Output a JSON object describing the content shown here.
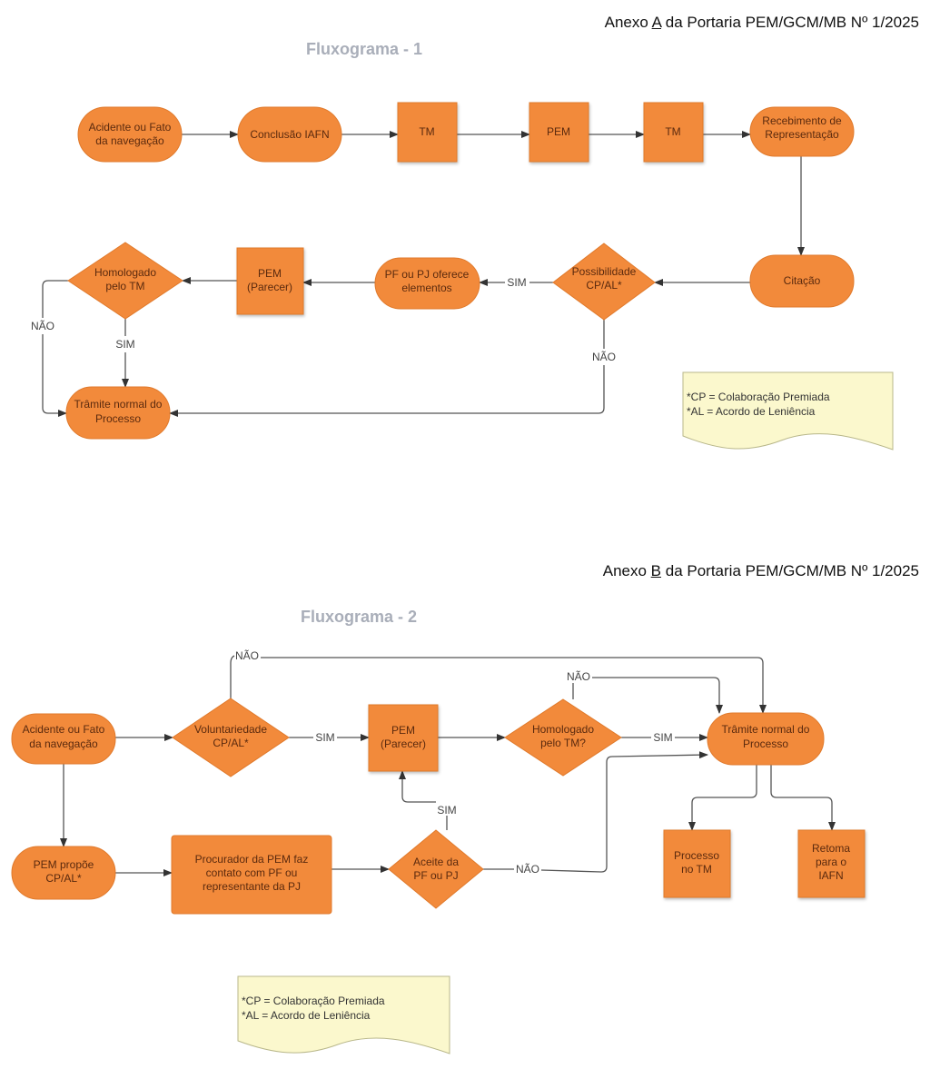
{
  "annex_a": {
    "prefix": "Anexo ",
    "letter": "A",
    "suffix": " da Portaria PEM/GCM/MB Nº 1/2025"
  },
  "annex_b": {
    "prefix": "Anexo ",
    "letter": "B",
    "suffix": " da Portaria PEM/GCM/MB Nº 1/2025"
  },
  "flow1": {
    "title": "Fluxograma - 1",
    "acidente": [
      "Acidente ou Fato",
      "da navegação"
    ],
    "conclusao": "Conclusão IAFN",
    "tm1": "TM",
    "pem": "PEM",
    "tm2": "TM",
    "recebimento": [
      "Recebimento de",
      "Representação"
    ],
    "citacao": "Citação",
    "possibilidade": [
      "Possibilidade",
      "CP/AL*"
    ],
    "pf_pj": [
      "PF ou PJ oferece",
      "elementos"
    ],
    "pem_parecer": [
      "PEM",
      "(Parecer)"
    ],
    "homologado": [
      "Homologado",
      "pelo TM"
    ],
    "tramite": [
      "Trâmite normal do",
      "Processo"
    ],
    "edge_sim_1": "SIM",
    "edge_nao_1": "NÃO",
    "edge_sim_2": "SIM",
    "edge_nao_2": "NÃO",
    "note": [
      "*CP = Colaboração Premiada",
      "*AL = Acordo de Leniência"
    ]
  },
  "flow2": {
    "title": "Fluxograma - 2",
    "acidente": [
      "Acidente ou Fato",
      "da navegação"
    ],
    "voluntariedade": [
      "Voluntariedade",
      "CP/AL*"
    ],
    "pem_parecer": [
      "PEM",
      "(Parecer)"
    ],
    "homologado": [
      "Homologado",
      "pelo TM?"
    ],
    "tramite": [
      "Trâmite normal do",
      "Processo"
    ],
    "pem_propoe": [
      "PEM propõe",
      "CP/AL*"
    ],
    "procurador": [
      "Procurador da PEM faz",
      "contato com PF ou",
      "representante da PJ"
    ],
    "aceite": [
      "Aceite da",
      "PF ou PJ"
    ],
    "processo_tm": [
      "Processo",
      "no TM"
    ],
    "retoma": [
      "Retoma",
      "para o",
      "IAFN"
    ],
    "edge_nao_vol": "NÃO",
    "edge_sim_vol": "SIM",
    "edge_nao_hom": "NÃO",
    "edge_sim_hom": "SIM",
    "edge_sim_aceite": "SIM",
    "edge_nao_aceite": "NÃO",
    "note": [
      "*CP = Colaboração Premiada",
      "*AL = Acordo de Leniência"
    ]
  }
}
